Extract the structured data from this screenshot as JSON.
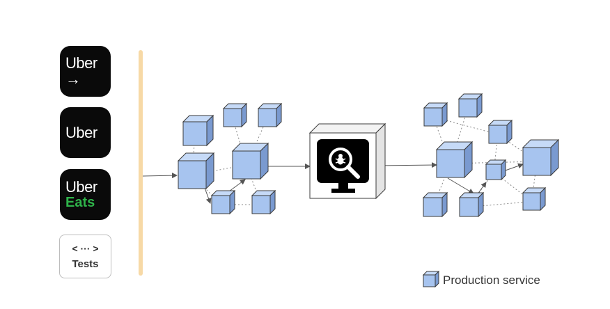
{
  "apps": [
    {
      "name": "Uber",
      "symbol": "→"
    },
    {
      "name": "Uber"
    },
    {
      "name": "Uber",
      "sub": "Eats"
    }
  ],
  "tests": {
    "code": "< ··· >",
    "label": "Tests"
  },
  "legend": {
    "label": "Production service"
  },
  "colors": {
    "cube_front": "#a7c4ef",
    "cube_top": "#c6daf7",
    "cube_side": "#7a9ad0",
    "cube_stroke": "#3b3b3b",
    "divider": "#f7d9a6",
    "edge": "#555555",
    "dotted": "#8a8a8a"
  },
  "center_icon": {
    "name": "bug-search-monitor-icon"
  }
}
